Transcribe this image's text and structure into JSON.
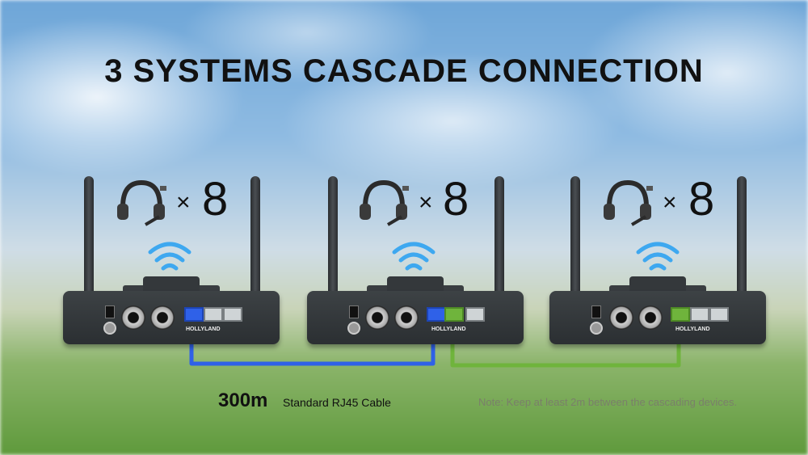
{
  "title": "3 SYSTEMS CASCADE CONNECTION",
  "systems": [
    {
      "times": "×",
      "count": "8",
      "brand": "HOLLYLAND"
    },
    {
      "times": "×",
      "count": "8",
      "brand": "HOLLYLAND"
    },
    {
      "times": "×",
      "count": "8",
      "brand": "HOLLYLAND"
    }
  ],
  "cable": {
    "distance": "300m",
    "label": "Standard RJ45 Cable"
  },
  "note": "Note: Keep at least 2m between the cascading devices.",
  "colors": {
    "wifi": "#3ea8f0",
    "cable_blue": "#2f61e8",
    "cable_green": "#6fb43c",
    "device": "#2e3235"
  },
  "icons": [
    "headset-icon",
    "wifi-icon"
  ]
}
